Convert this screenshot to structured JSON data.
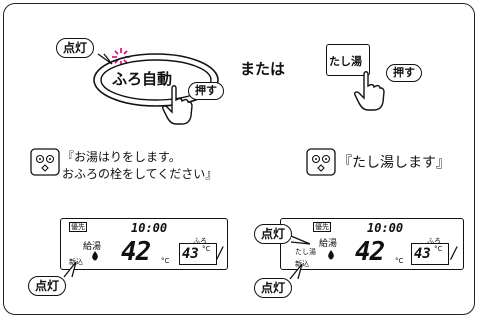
{
  "step_top": {
    "lit_label": "点灯",
    "main_button_label": "ふろ自動",
    "push_label": "押す",
    "or_text": "または",
    "alt_button_label": "たし湯",
    "alt_push_label": "押す"
  },
  "voice": {
    "left_open": "『",
    "left_line1": "お湯はりをします。",
    "left_line2": "おふろの栓をしてください",
    "left_close": "』",
    "right_open": "『",
    "right_text": "たし湯します",
    "right_close": "』"
  },
  "lcd_left": {
    "priority_label": "優先",
    "clock": "10:00",
    "kyuto_label": "給湯",
    "temp": "42",
    "temp_unit": "°C",
    "furo_small": "ふろ",
    "set_temp": "43",
    "set_unit": "°C",
    "sub_label": "新込",
    "lit_label": "点灯"
  },
  "lcd_right": {
    "priority_label": "優先",
    "clock": "10:00",
    "kyuto_label": "給湯",
    "tashiyu_label": "たし湯",
    "temp": "42",
    "temp_unit": "°C",
    "furo_small": "ふろ",
    "set_temp": "43",
    "set_unit": "°C",
    "sub_label": "新込",
    "lit_top_label": "点灯",
    "lit_bottom_label": "点灯"
  },
  "colors": {
    "accent": "#e0007a",
    "ink": "#111111"
  }
}
